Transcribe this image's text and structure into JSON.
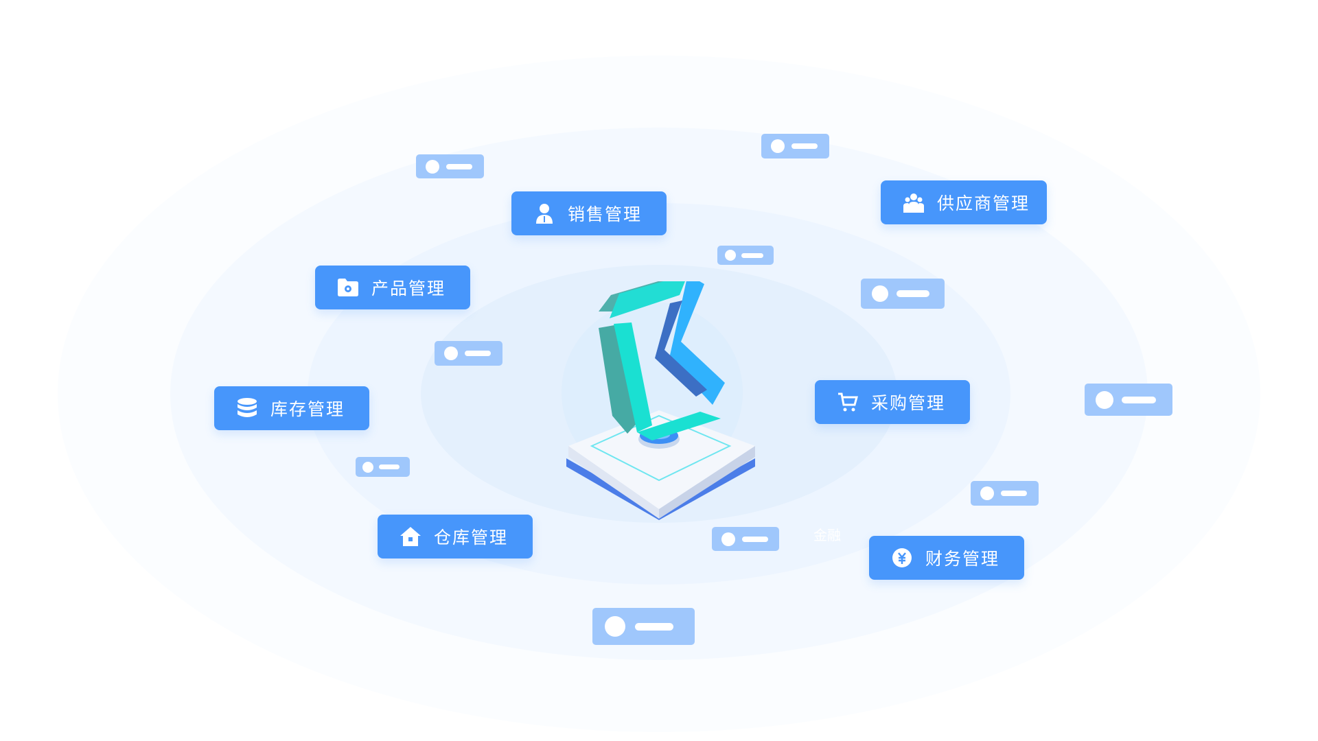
{
  "modules": [
    {
      "label": "销售管理",
      "icon": "user-icon"
    },
    {
      "label": "供应商管理",
      "icon": "people-icon"
    },
    {
      "label": "产品管理",
      "icon": "folder-gear-icon"
    },
    {
      "label": "库存管理",
      "icon": "database-icon"
    },
    {
      "label": "采购管理",
      "icon": "cart-icon"
    },
    {
      "label": "仓库管理",
      "icon": "house-icon"
    },
    {
      "label": "财务管理",
      "icon": "yen-icon"
    }
  ],
  "faint_label": "金融",
  "colors": {
    "module_bg": "#4796fb",
    "pill_bg": "#9fc7fc",
    "logo_teal": "#19ddd0",
    "logo_blue": "#2eaefc",
    "logo_dark_blue": "#2a5bb8"
  }
}
